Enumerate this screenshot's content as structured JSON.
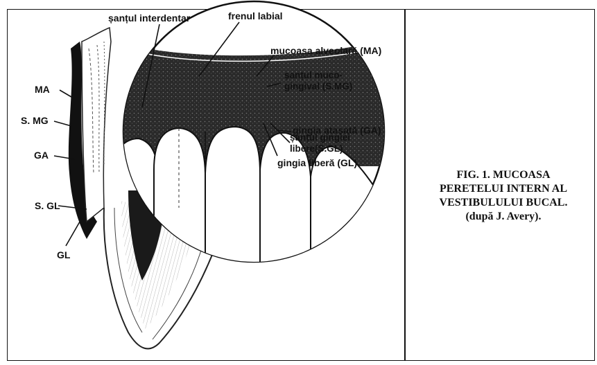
{
  "labels": {
    "santul_interdentar": "șanțul interdentar",
    "frenul_labial": "frenul labial",
    "mucoasa_alveolara": "mucoasa alveolară (MA)",
    "santul_mucogingival_1": "șanțul muco-",
    "santul_mucogingival_2": "gingival (S.MG)",
    "gingia_atasata": "gingia atașată (GA)",
    "santul_gingiei_1": "șanțul gingiei",
    "santul_gingiei_2": "libere(S.GL)",
    "gingia_libera": "gingia liberă (GL)",
    "ma": "MA",
    "smg": "S. MG",
    "ga": "GA",
    "sgl": "S. GL",
    "gl": "GL"
  },
  "caption": {
    "line1": "FIG. 1. MUCOASA",
    "line2": "PERETELUI INTERN AL",
    "line3": "VESTIBULULUI BUCAL.",
    "line4": "(după J. Avery)."
  }
}
